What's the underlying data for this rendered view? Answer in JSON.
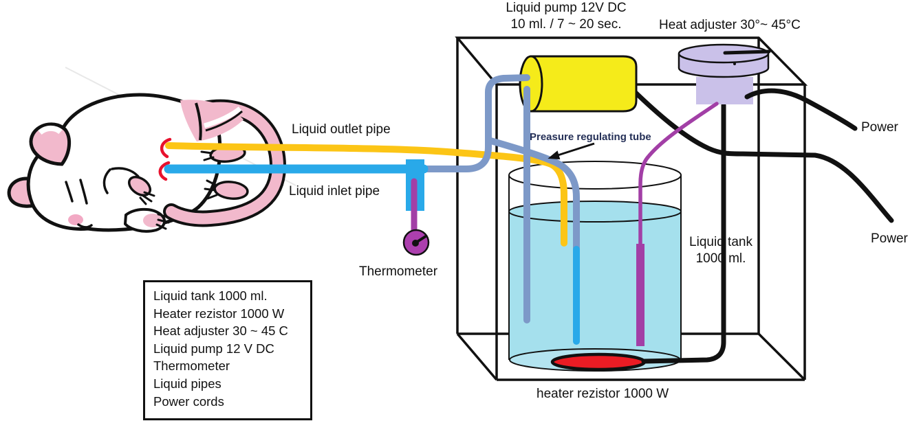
{
  "labels": {
    "pump_line1": "Liquid pump 12V DC",
    "pump_line2": "10 ml. / 7 ~ 20 sec.",
    "heat_adjuster": "Heat adjuster 30°~ 45°C",
    "pressure_tube": "Preasure regulating tube",
    "outlet_pipe": "Liquid outlet pipe",
    "inlet_pipe": "Liquid inlet pipe",
    "thermometer": "Thermometer",
    "tank_line1": "Liquid tank",
    "tank_line2": "1000 ml.",
    "heater": "heater rezistor 1000 W",
    "power_top": "Power",
    "power_bottom": "Power"
  },
  "legend": {
    "items": [
      "Liquid tank 1000 ml.",
      "Heater rezistor 1000 W",
      "Heat adjuster 30 ~ 45 C",
      "Liquid pump 12 V DC",
      "Thermometer",
      "Liquid pipes",
      "Power cords"
    ]
  },
  "colors": {
    "outlet_pipe_yellow": "#FCC516",
    "inlet_pipe_blue": "#29A9E9",
    "pump_pipe_steel_blue": "#7D99C8",
    "pump_body_yellow": "#F5EB1A",
    "heat_adjuster_lavender": "#CAC1E9",
    "thermometer_purple": "#A23FA6",
    "tank_liquid_cyan": "#A5E0ED",
    "heater_red": "#EB1C24",
    "mouse_pink": "#F2B9CC",
    "insertion_mark_red": "#E8112D"
  }
}
